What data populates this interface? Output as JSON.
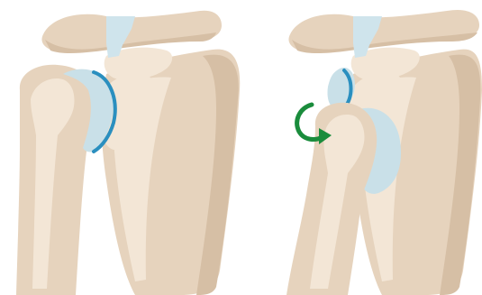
{
  "panels": [
    {
      "id": "normal-shoulder",
      "icon": "shoulder-joint-normal"
    },
    {
      "id": "dislocated-shoulder",
      "icon": "shoulder-joint-dislocated",
      "indicator": "rotation-arrow-icon"
    }
  ],
  "colors": {
    "bone_light": "#f3e6d6",
    "bone_mid": "#e6d3bd",
    "bone_shadow": "#d6bfa5",
    "cartilage": "#c9e0e8",
    "cartilage_edge": "#2a8fbf",
    "ligament": "#cfe4ec",
    "arrow": "#1a8c3c",
    "background": "#ffffff"
  }
}
